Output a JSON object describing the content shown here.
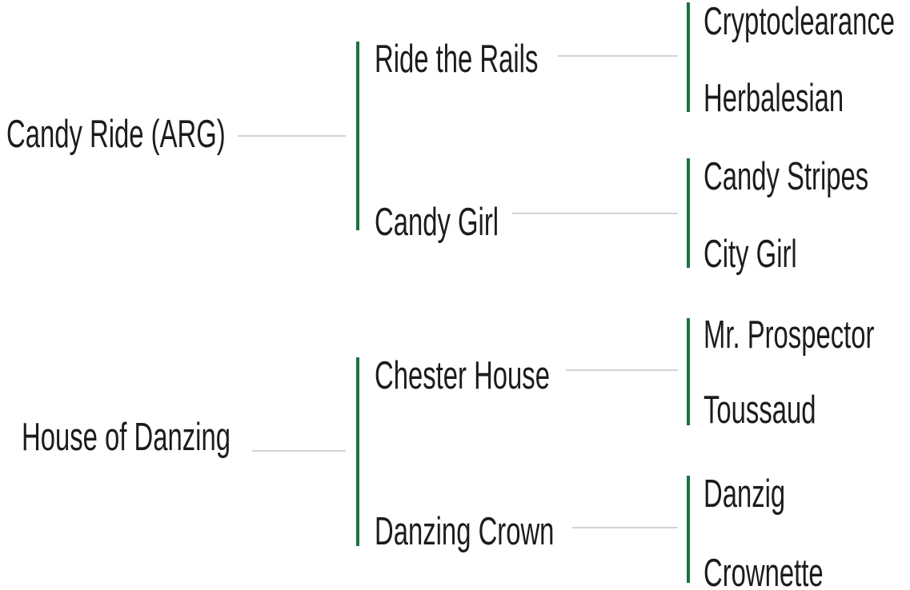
{
  "pedigree": [
    {
      "name": "Candy Ride (ARG)",
      "sire": {
        "name": "Ride the Rails",
        "sire": {
          "name": "Cryptoclearance"
        },
        "dam": {
          "name": "Herbalesian"
        }
      },
      "dam": {
        "name": "Candy Girl",
        "sire": {
          "name": "Candy Stripes"
        },
        "dam": {
          "name": "City Girl"
        }
      }
    },
    {
      "name": "House of Danzing",
      "sire": {
        "name": "Chester House",
        "sire": {
          "name": "Mr. Prospector"
        },
        "dam": {
          "name": "Toussaud"
        }
      },
      "dam": {
        "name": "Danzing Crown",
        "sire": {
          "name": "Danzig"
        },
        "dam": {
          "name": "Crownette"
        }
      }
    }
  ],
  "colors": {
    "bracket_green": "#1a733e",
    "connector_gray": "#d3d3d3",
    "text_color": "#1c1c1c",
    "background": "#ffffff"
  }
}
